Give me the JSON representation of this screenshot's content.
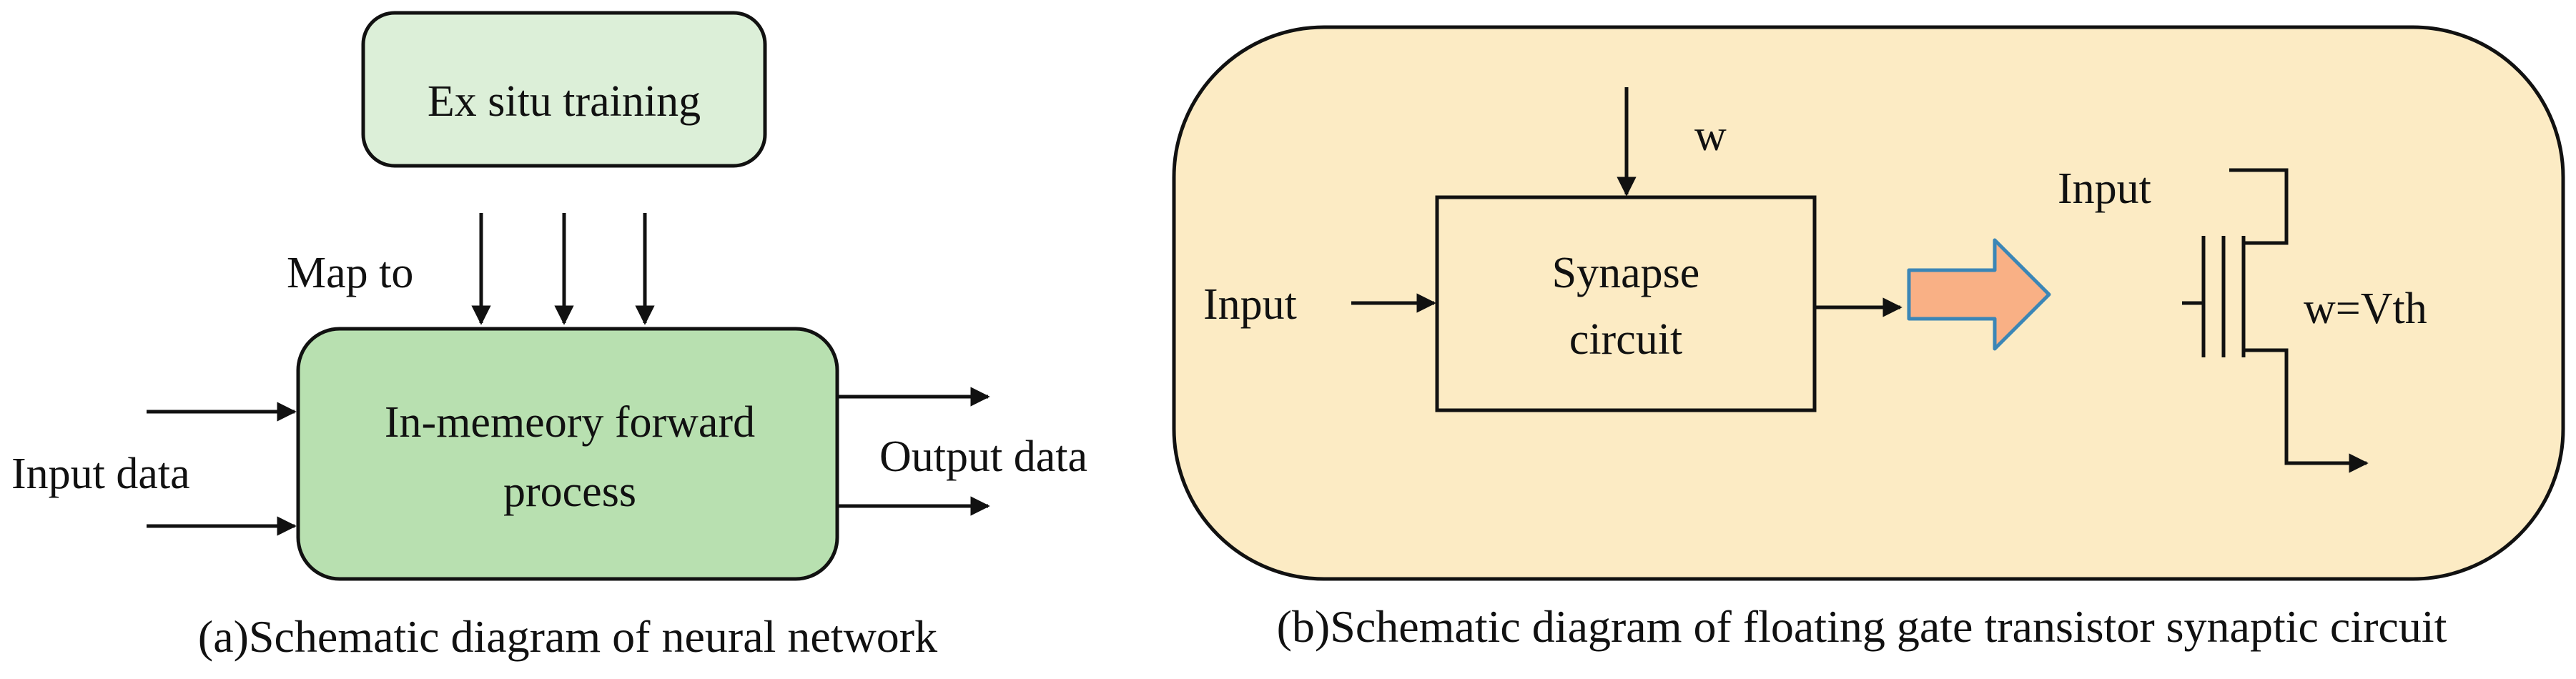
{
  "colors": {
    "training_box": "#dcefd8",
    "forward_box": "#b8e0b0",
    "panel_b": "#fcebc4",
    "big_arrow_fill": "#f9b085",
    "big_arrow_stroke": "#3b86b6",
    "line": "#111111"
  },
  "panel_a": {
    "training_box_label": "Ex situ training",
    "map_to_label": "Map to",
    "forward_box_label_line1": "In-memeory forward",
    "forward_box_label_line2": "process",
    "input_label": "Input data",
    "output_label": "Output data",
    "caption": "(a)Schematic diagram of neural network"
  },
  "panel_b": {
    "w_label": "w",
    "input_label": "Input",
    "synapse_label_line1": "Synapse",
    "synapse_label_line2": "circuit",
    "transistor_input_label": "Input",
    "transistor_w_label": "w=Vth",
    "caption": "(b)Schematic diagram of floating gate transistor synaptic circuit"
  }
}
